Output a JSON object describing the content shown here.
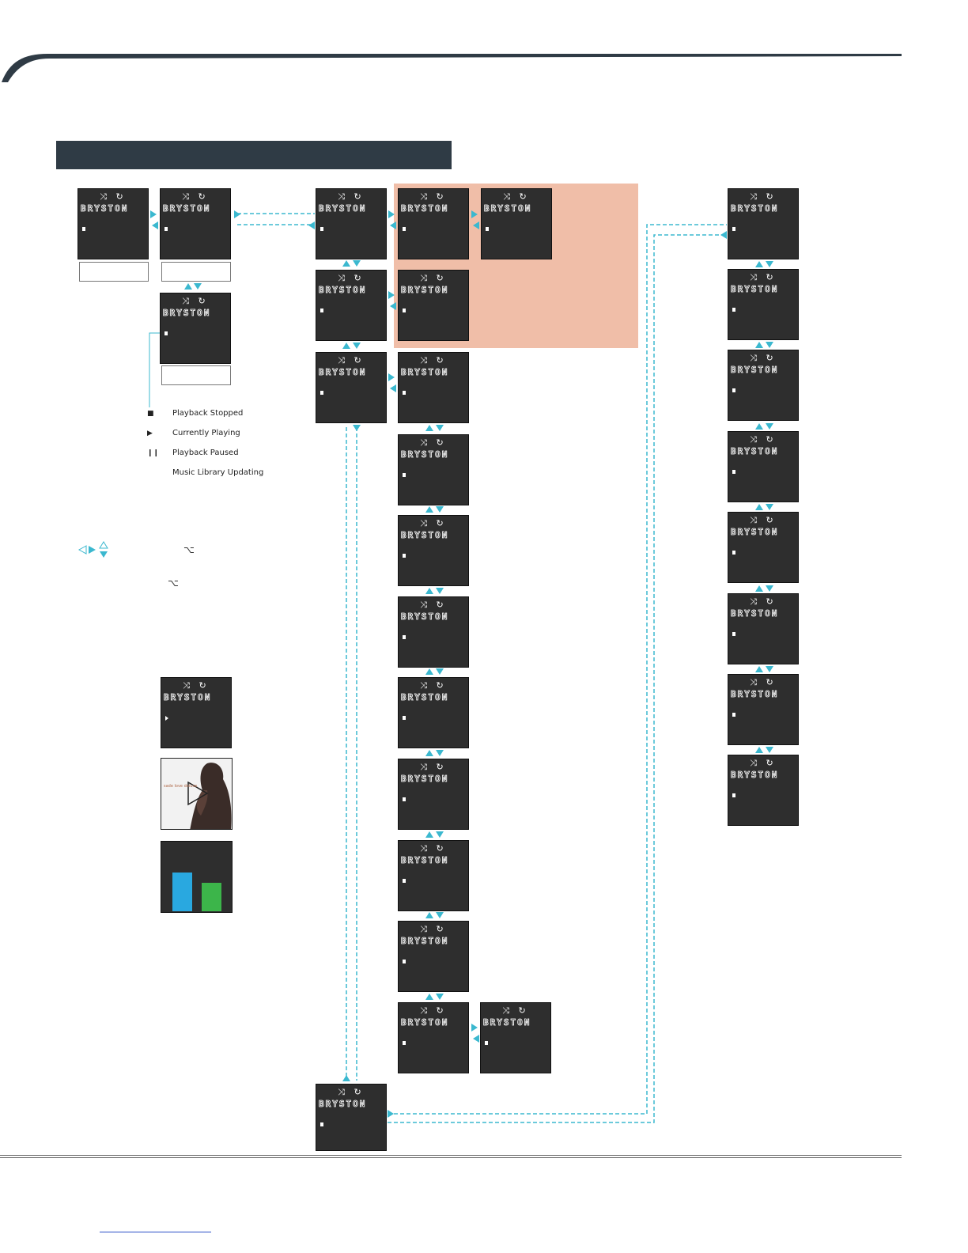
{
  "screen": {
    "header_icons": "⤨ ↻",
    "brand": "BRYSTON"
  },
  "legend": [
    {
      "symbol": "■",
      "label": "Playback Stopped"
    },
    {
      "symbol": "▶",
      "label": "Currently Playing"
    },
    {
      "symbol": "❙❙",
      "label": "Playback Paused"
    },
    {
      "symbol": "",
      "label": "Music Library Updating"
    }
  ],
  "album": {
    "artist_text": "sade love deluxe"
  },
  "colors": {
    "accent": "#3bb8cf",
    "highlight": "#f0bea8",
    "screen": "#2e2e2e",
    "title_bar": "#2f3b45",
    "bar_blue": "#29a8e0",
    "bar_green": "#3cb54a"
  },
  "icons": {
    "nav": "arrow-navigation-icons",
    "shuffle": "shuffle-icon",
    "repeat": "repeat-icon",
    "option_key": "option-key-icon"
  },
  "misc": {
    "option_symbol": "⌥"
  },
  "levels": {
    "blue_bar": 0.55,
    "green_bar": 0.4
  }
}
